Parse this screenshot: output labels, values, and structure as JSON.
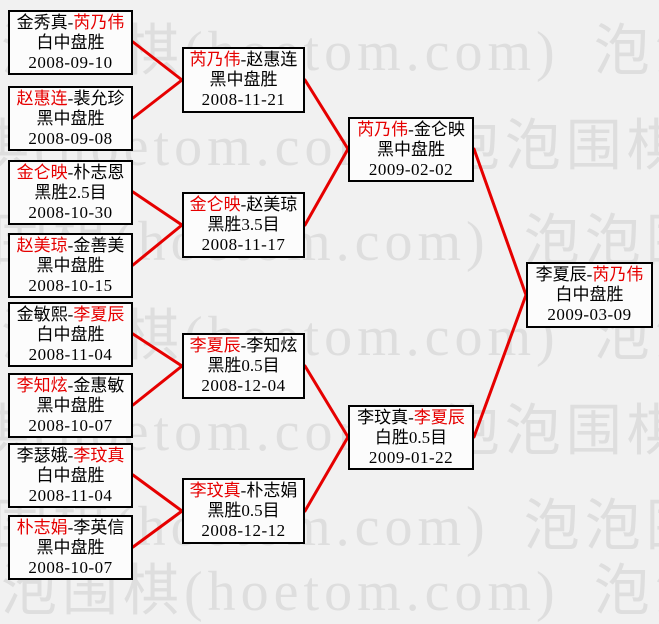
{
  "watermark": {
    "text": "泡泡围棋(hoetom.com)",
    "color": "#dedede"
  },
  "sep": "-",
  "colors": {
    "winner_text": "#e60000",
    "connector_line": "#e60000",
    "box_border": "#000000",
    "box_background": "#fcfcfc",
    "page_background": "#f1f1f1"
  },
  "rounds": [
    {
      "name": "round-1",
      "matches": [
        {
          "p1": "金秀真",
          "p2": "芮乃伟",
          "winner": "p2",
          "result": "白中盘胜",
          "date": "2008-09-10"
        },
        {
          "p1": "赵惠连",
          "p2": "裴允珍",
          "winner": "p1",
          "result": "黑中盘胜",
          "date": "2008-09-08"
        },
        {
          "p1": "金仑映",
          "p2": "朴志恩",
          "winner": "p1",
          "result": "黑胜2.5目",
          "date": "2008-10-30"
        },
        {
          "p1": "赵美琼",
          "p2": "金善美",
          "winner": "p1",
          "result": "黑中盘胜",
          "date": "2008-10-15"
        },
        {
          "p1": "金敏熙",
          "p2": "李夏辰",
          "winner": "p2",
          "result": "白中盘胜",
          "date": "2008-11-04"
        },
        {
          "p1": "李知炫",
          "p2": "金惠敏",
          "winner": "p1",
          "result": "黑中盘胜",
          "date": "2008-10-07"
        },
        {
          "p1": "李瑟娥",
          "p2": "李玟真",
          "winner": "p2",
          "result": "白中盘胜",
          "date": "2008-11-04"
        },
        {
          "p1": "朴志娟",
          "p2": "李英信",
          "winner": "p1",
          "result": "黑中盘胜",
          "date": "2008-10-07"
        }
      ]
    },
    {
      "name": "round-2",
      "matches": [
        {
          "p1": "芮乃伟",
          "p2": "赵惠连",
          "winner": "p1",
          "result": "黑中盘胜",
          "date": "2008-11-21"
        },
        {
          "p1": "金仑映",
          "p2": "赵美琼",
          "winner": "p1",
          "result": "黑胜3.5目",
          "date": "2008-11-17"
        },
        {
          "p1": "李夏辰",
          "p2": "李知炫",
          "winner": "p1",
          "result": "黑胜0.5目",
          "date": "2008-12-04"
        },
        {
          "p1": "李玟真",
          "p2": "朴志娟",
          "winner": "p1",
          "result": "黑胜0.5目",
          "date": "2008-12-12"
        }
      ]
    },
    {
      "name": "semifinal",
      "matches": [
        {
          "p1": "芮乃伟",
          "p2": "金仑映",
          "winner": "p1",
          "result": "黑中盘胜",
          "date": "2009-02-02"
        },
        {
          "p1": "李玟真",
          "p2": "李夏辰",
          "winner": "p2",
          "result": "白胜0.5目",
          "date": "2009-01-22"
        }
      ]
    },
    {
      "name": "final",
      "matches": [
        {
          "p1": "李夏辰",
          "p2": "芮乃伟",
          "winner": "p2",
          "result": "白中盘胜",
          "date": "2009-03-09"
        }
      ]
    }
  ]
}
